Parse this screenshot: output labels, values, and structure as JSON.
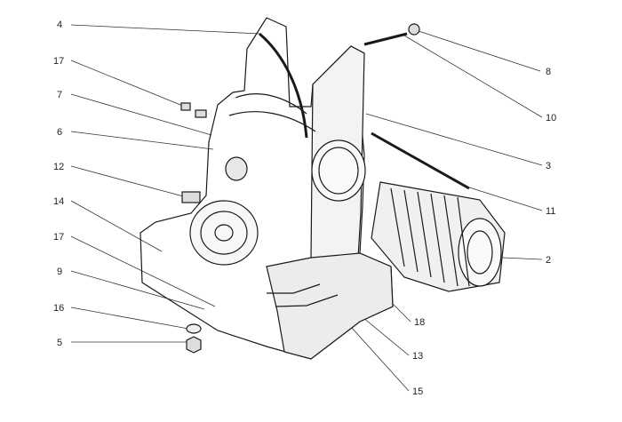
{
  "diagram": {
    "type": "exploded-view engine illustration",
    "line_color": "#222222",
    "background": "#ffffff",
    "callouts": [
      {
        "id": "4",
        "label": "4"
      },
      {
        "id": "17a",
        "label": "17"
      },
      {
        "id": "7",
        "label": "7"
      },
      {
        "id": "6",
        "label": "6"
      },
      {
        "id": "12",
        "label": "12"
      },
      {
        "id": "14",
        "label": "14"
      },
      {
        "id": "17b",
        "label": "17"
      },
      {
        "id": "9",
        "label": "9"
      },
      {
        "id": "16",
        "label": "16"
      },
      {
        "id": "5",
        "label": "5"
      },
      {
        "id": "8",
        "label": "8"
      },
      {
        "id": "10",
        "label": "10"
      },
      {
        "id": "3",
        "label": "3"
      },
      {
        "id": "11",
        "label": "11"
      },
      {
        "id": "2",
        "label": "2"
      },
      {
        "id": "18",
        "label": "18"
      },
      {
        "id": "13",
        "label": "13"
      },
      {
        "id": "15",
        "label": "15"
      }
    ]
  }
}
